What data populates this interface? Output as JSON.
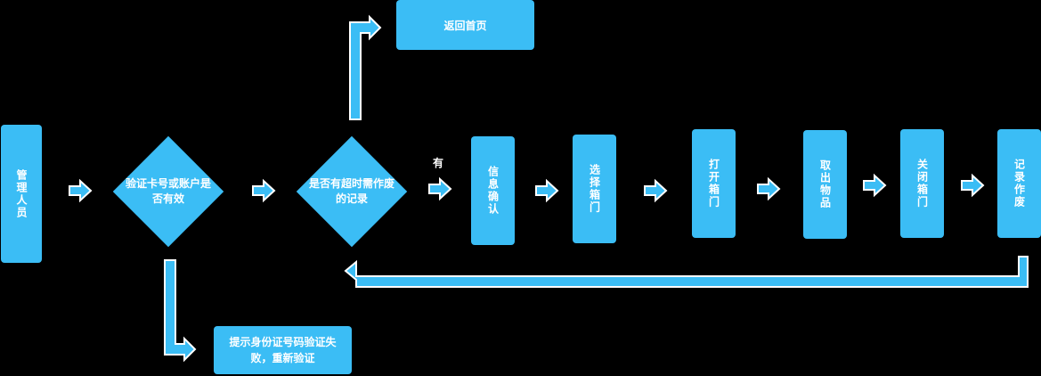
{
  "nodes": {
    "admin": "管理人员",
    "verify": "验证卡号或账户是否有效",
    "check_overdue": "是否有超时需作废的记录",
    "return_home": "返回首页",
    "fail_msg": "提示身份证号码验证失败，重新验证",
    "confirm_info": "信息确认",
    "select_box": "选择箱门",
    "open_door": "打开箱门",
    "take_item": "取出物品",
    "close_door": "关闭箱门",
    "record_void": "记录作废"
  },
  "edge_labels": {
    "yes": "有"
  },
  "colors": {
    "node_fill": "#3bbdf5",
    "connector_fill": "#3bbdf5",
    "connector_stroke": "#ffffff",
    "background": "#000000"
  }
}
